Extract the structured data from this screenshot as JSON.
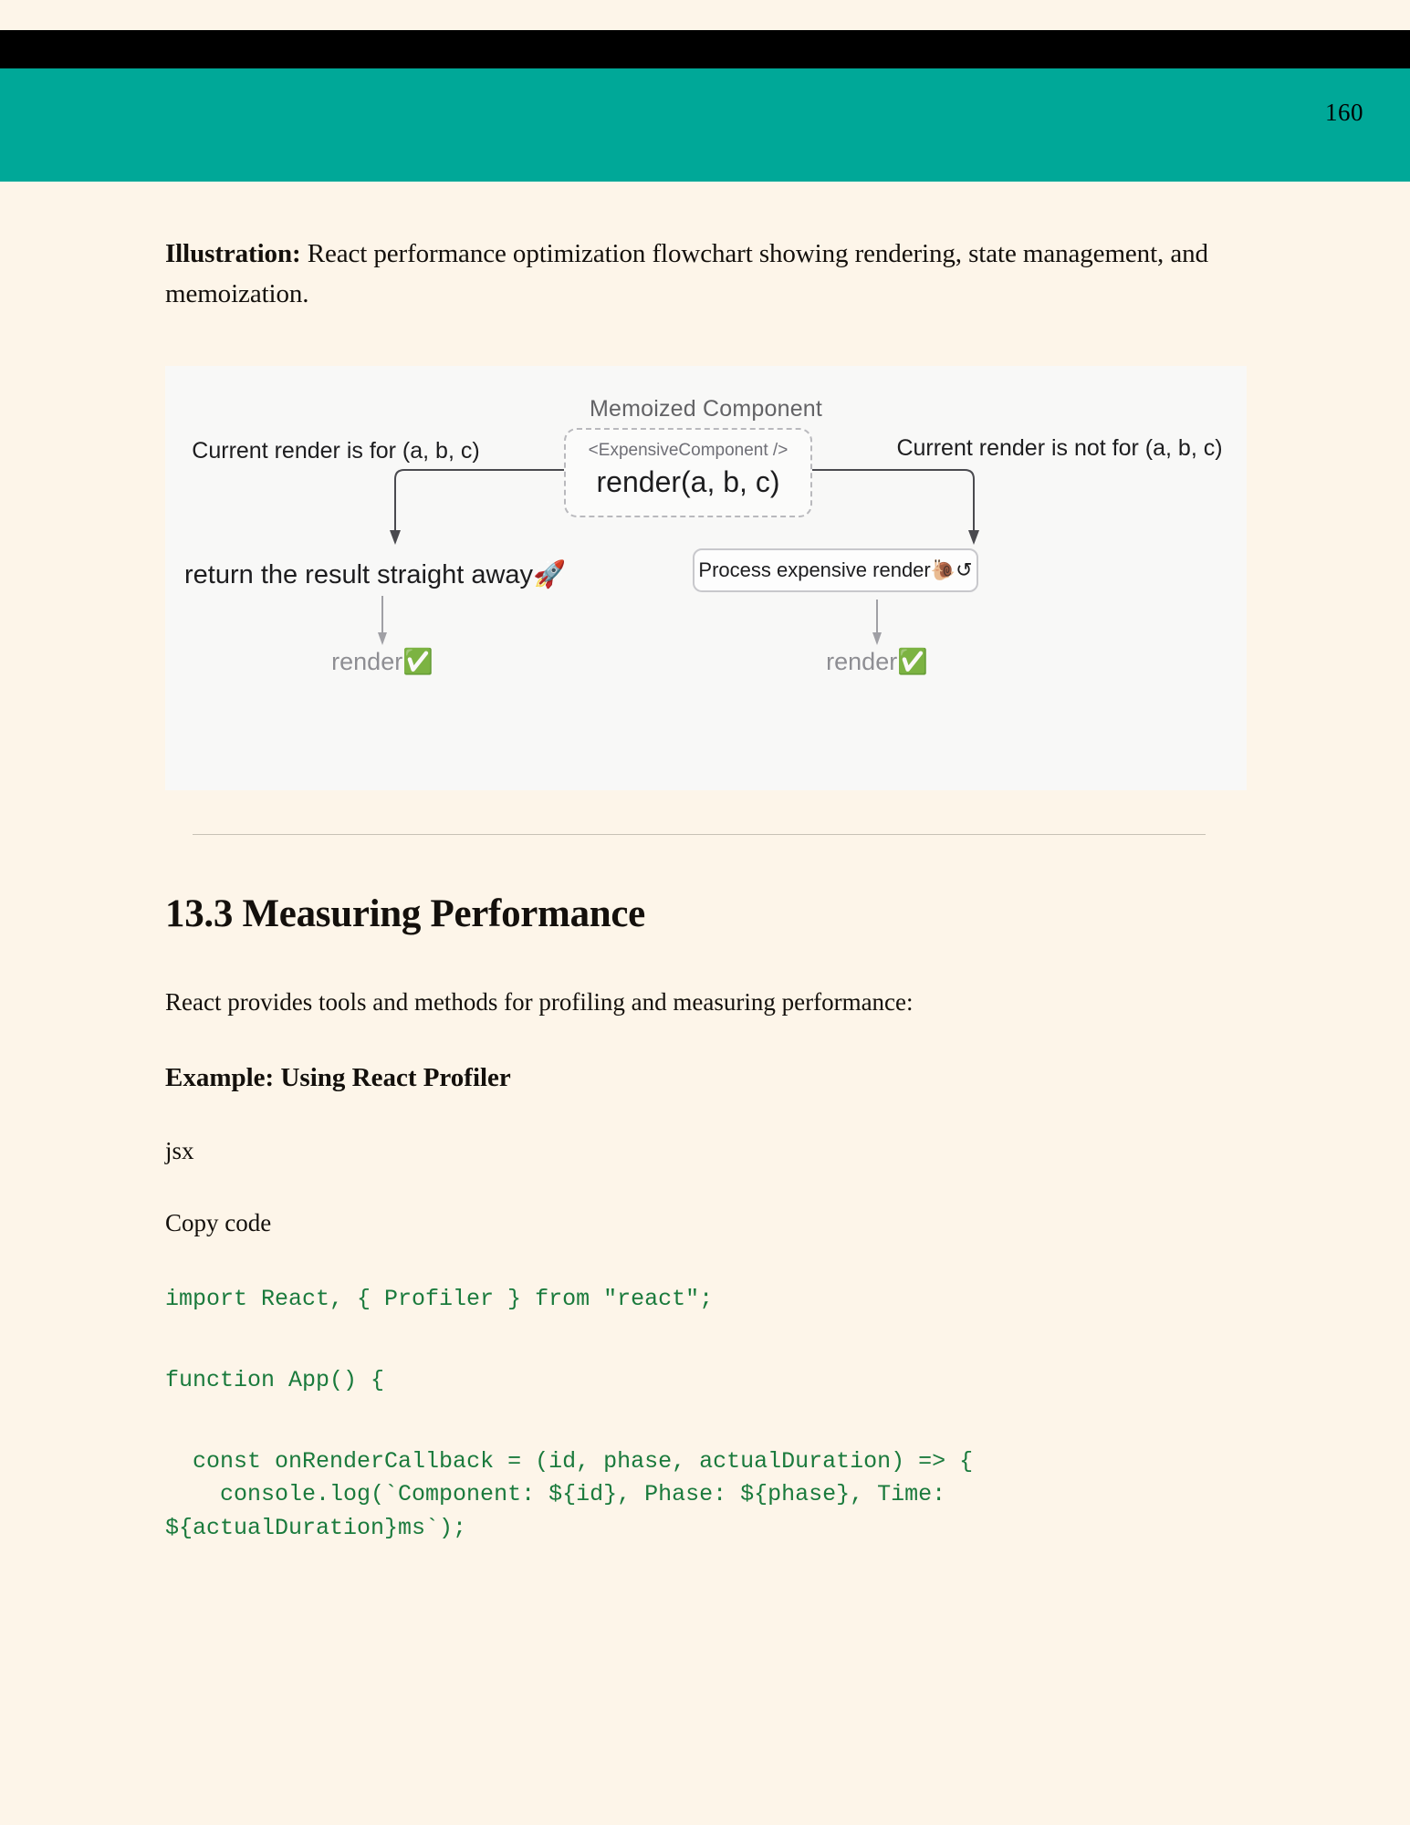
{
  "header": {
    "page_number": "160",
    "black_bar_color": "#000000",
    "teal_bar_color": "#00a898",
    "page_background": "#fdf5e9"
  },
  "caption": {
    "label": "Illustration:",
    "text": " React performance optimization flowchart showing rendering, state management, and memoization."
  },
  "figure": {
    "background": "#f8f8f7",
    "memoized_title": "Memoized Component",
    "memo_tag": "<ExpensiveComponent />",
    "memo_render": "render(a, b, c)",
    "left_label": "Current render is for (a, b, c)",
    "right_label": "Current render is not for (a, b, c)",
    "return_label": "return the result straight away",
    "return_emoji": "🚀",
    "process_label": "Process expensive render",
    "process_emoji": "🐌",
    "process_loop_icon": "↺",
    "render_left_label": "render",
    "render_left_emoji": "✅",
    "render_right_label": "render",
    "render_right_emoji": "✅"
  },
  "section": {
    "title": "13.3 Measuring Performance",
    "intro": "React provides tools and methods for profiling and measuring performance:",
    "example_heading": "Example: Using React Profiler",
    "language_label": "jsx",
    "copy_label": "Copy code"
  },
  "code": {
    "color": "#1a7a3c",
    "lines": [
      "import React, { Profiler } from \"react\";",
      "",
      "function App() {",
      "",
      "  const onRenderCallback = (id, phase, actualDuration) => {",
      "    console.log(`Component: ${id}, Phase: ${phase}, Time: ${actualDuration}ms`);"
    ]
  }
}
